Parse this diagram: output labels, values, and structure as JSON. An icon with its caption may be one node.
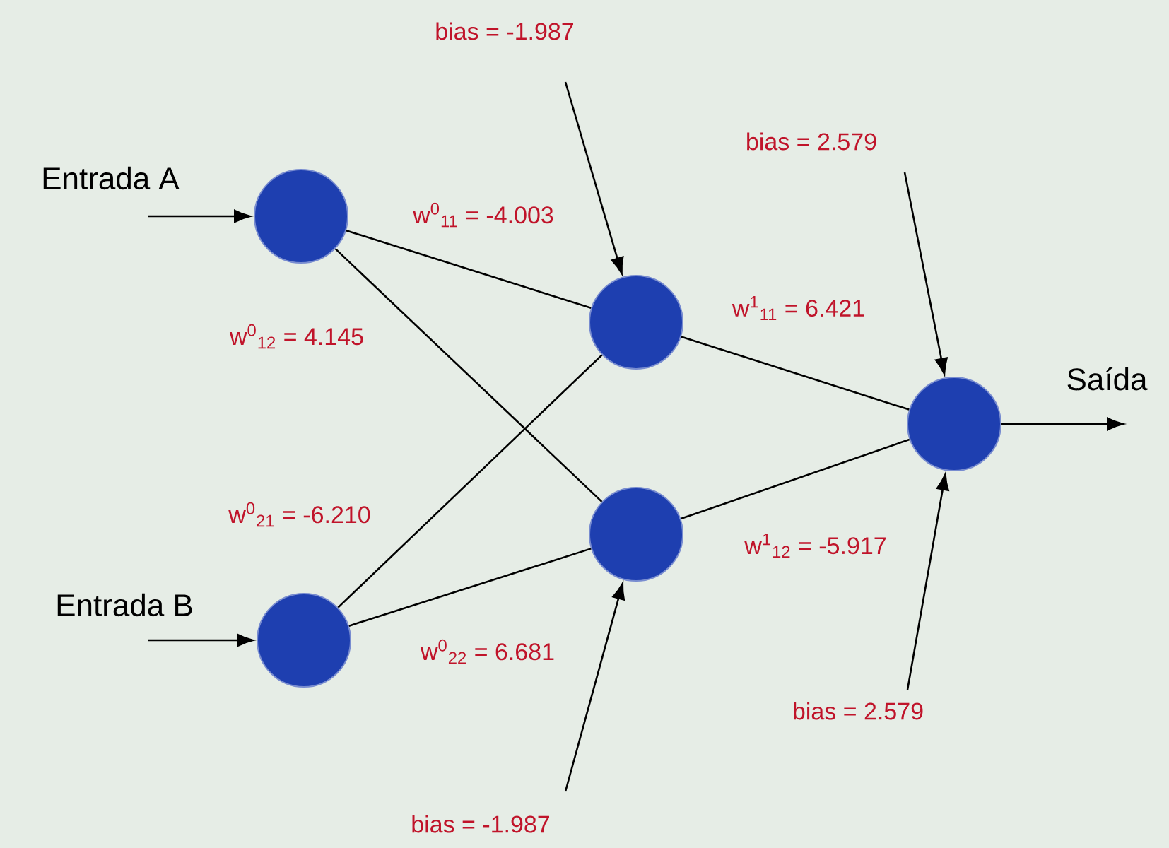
{
  "diagram": {
    "nodes": [
      {
        "text": [],
        "shape": "circle"
      },
      {
        "text": [],
        "shape": "circle"
      },
      {
        "text": [],
        "shape": "circle"
      },
      {
        "text": [],
        "shape": "circle"
      },
      {
        "text": [],
        "shape": "circle"
      },
      {
        "text": [
          "bias = -1.987"
        ]
      },
      {
        "text": [
          "bias = 2.579"
        ]
      },
      {
        "text": [
          "bias = 2.579"
        ]
      },
      {
        "text": [
          "bias = -1.987"
        ]
      }
    ],
    "edges": [
      {
        "from": null,
        "to": 0,
        "arrow": "to",
        "label": "Entrada A"
      },
      {
        "from": null,
        "to": 1,
        "arrow": "to",
        "label": "Entrada B"
      },
      {
        "from": 0,
        "to": 2,
        "arrow": "none",
        "label": "w$^{0}$$_{11}$ = -4.003"
      },
      {
        "from": 0,
        "to": 3,
        "arrow": "none",
        "label": "w$^{0}$$_{12}$ = 4.145"
      },
      {
        "from": 1,
        "to": 2,
        "arrow": "none",
        "label": "w$^{0}$$_{21}$ = -6.210"
      },
      {
        "from": 1,
        "to": 3,
        "arrow": "none",
        "label": "w$^{0}$$_{22}$ = 6.681"
      },
      {
        "from": 2,
        "to": 4,
        "arrow": "none",
        "label": "w$^{1}$$_{11}$ = 6.421"
      },
      {
        "from": 3,
        "to": 4,
        "arrow": "none",
        "label": "w$^{1}$$_{12}$ = -5.917"
      },
      {
        "from": 5,
        "to": 2,
        "arrow": "to"
      },
      {
        "from": 8,
        "to": 3,
        "arrow": "to"
      },
      {
        "from": 6,
        "to": 4,
        "arrow": "to"
      },
      {
        "from": 7,
        "to": 4,
        "arrow": "to"
      },
      {
        "from": 4,
        "to": null,
        "arrow": "to",
        "label": "Saída"
      }
    ]
  }
}
